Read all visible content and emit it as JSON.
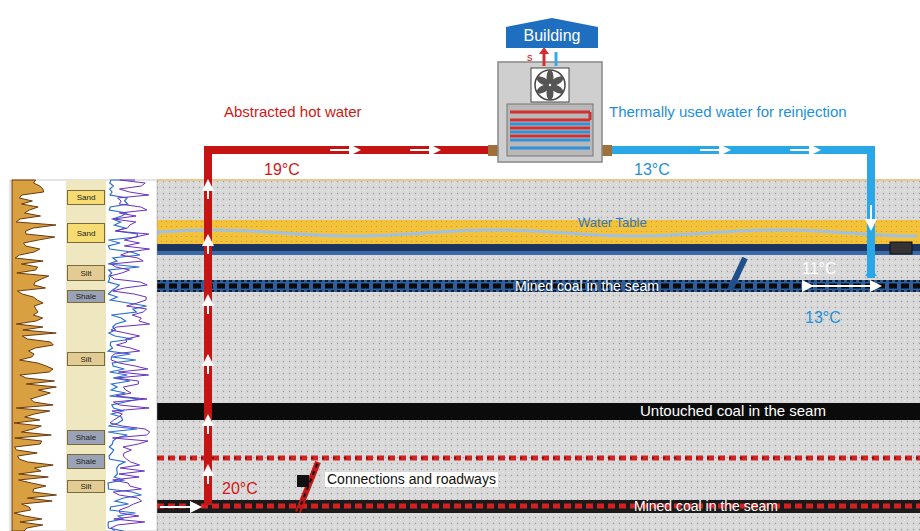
{
  "diagram": {
    "nodes": [
      {
        "text": [
          "Building"
        ]
      },
      {
        "text": [
          "Sand"
        ]
      },
      {
        "text": [
          "Sand"
        ]
      },
      {
        "text": [
          "Silt"
        ]
      },
      {
        "text": [
          "Shale"
        ]
      },
      {
        "text": [
          "Silt"
        ]
      },
      {
        "text": [
          "Shale"
        ]
      },
      {
        "text": [
          "Shale"
        ]
      },
      {
        "text": [
          "Silt"
        ]
      }
    ],
    "labels": [
      "s",
      "Abstracted hot water",
      "19°C",
      "Thermally used water for reinjection",
      "13°C",
      "Water Table",
      "11°C",
      "Mined coal in the seam",
      "13°C",
      "Untouched coal in the seam",
      "20°C",
      "Connections and roadways",
      "Mined coal in the seam"
    ]
  }
}
